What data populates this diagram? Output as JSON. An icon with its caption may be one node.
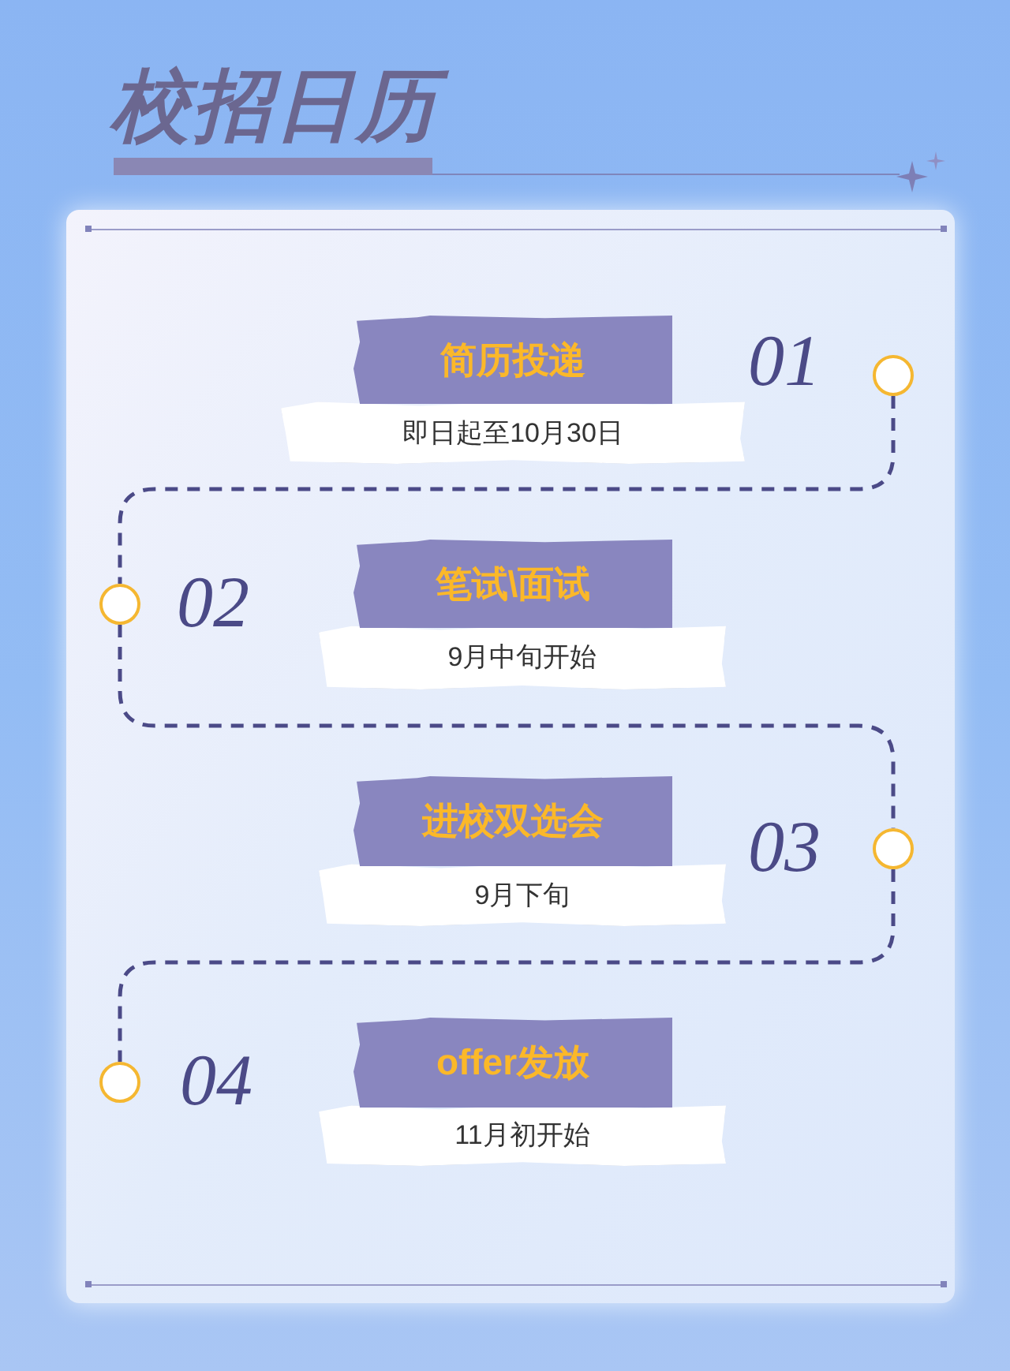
{
  "diagram": {
    "title": "校招日历",
    "nodes": [
      {
        "text": [
          "简历投递"
        ]
      },
      {
        "text": [
          "即日起至10月30日"
        ]
      },
      {
        "text": [],
        "shape": "circle"
      },
      {
        "text": [
          "笔试\\面试"
        ]
      },
      {
        "text": [
          "9月中旬开始"
        ]
      },
      {
        "text": [],
        "shape": "circle"
      },
      {
        "text": [
          "进校双选会"
        ]
      },
      {
        "text": [
          "9月下旬"
        ]
      },
      {
        "text": [],
        "shape": "circle"
      },
      {
        "text": [
          "offer发放"
        ]
      },
      {
        "text": [
          "11月初开始"
        ]
      },
      {
        "text": [],
        "shape": "circle"
      }
    ],
    "edges": [
      {
        "from": 2,
        "to": 5,
        "arrow": "none",
        "style": "dashed"
      },
      {
        "from": 5,
        "to": 8,
        "arrow": "none",
        "style": "dashed"
      },
      {
        "from": 8,
        "to": 11,
        "arrow": "none",
        "style": "dashed"
      }
    ],
    "labels": [
      "01",
      "02",
      "03",
      "04"
    ]
  }
}
